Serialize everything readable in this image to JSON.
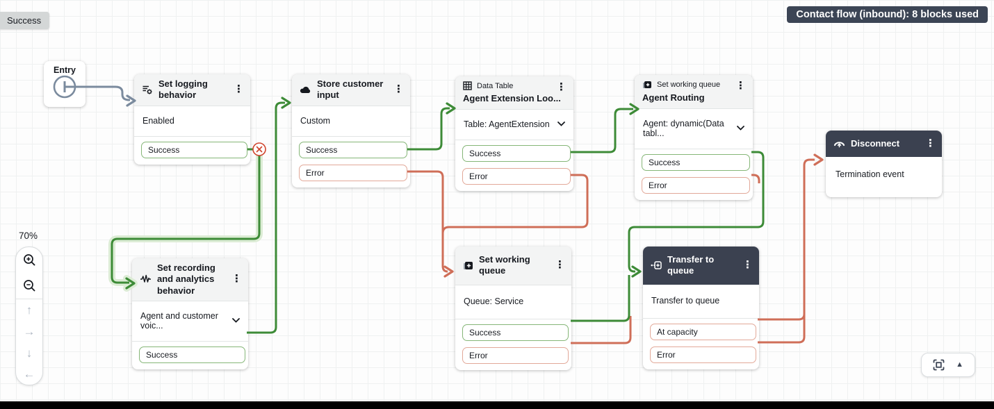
{
  "header_badge": "Contact flow (inbound): 8 blocks used",
  "selection_tooltip": "Success",
  "canvas_controls": {
    "zoom_level": "70%"
  },
  "icons": {
    "kebab": "⋮",
    "arrow_up": "↑",
    "arrow_right": "→",
    "arrow_down": "↓",
    "arrow_left": "←",
    "collapse": "▲"
  },
  "blocks": {
    "entry": {
      "title": "Entry"
    },
    "set_logging": {
      "title": "Set logging behavior",
      "value": "Enabled",
      "ports": {
        "success": "Success"
      }
    },
    "store_input": {
      "title": "Store customer input",
      "value": "Custom",
      "ports": {
        "success": "Success",
        "error": "Error"
      }
    },
    "agent_extension": {
      "type_label": "Data Table",
      "title": "Agent Extension Loo...",
      "value": "Table: AgentExtension",
      "ports": {
        "success": "Success",
        "error": "Error"
      }
    },
    "agent_routing": {
      "type_label": "Set working queue",
      "title": "Agent Routing",
      "value": "Agent: dynamic(Data tabl...",
      "ports": {
        "success": "Success",
        "error": "Error"
      }
    },
    "disconnect": {
      "title": "Disconnect",
      "value": "Termination event"
    },
    "set_recording": {
      "title": "Set recording and analytics behavior",
      "value": "Agent and customer voic...",
      "ports": {
        "success": "Success"
      }
    },
    "set_working_queue": {
      "title": "Set working queue",
      "value": "Queue: Service",
      "ports": {
        "success": "Success",
        "error": "Error"
      }
    },
    "transfer_to_queue": {
      "title": "Transfer to queue",
      "value": "Transfer to queue",
      "ports": {
        "at_capacity": "At capacity",
        "error": "Error"
      }
    }
  },
  "colors": {
    "success_line": "#3d8b37",
    "error_line": "#cf6e58",
    "entry_line": "#7b8b9e",
    "dark_header": "#3b4150",
    "badge_bg": "#3c4555"
  }
}
